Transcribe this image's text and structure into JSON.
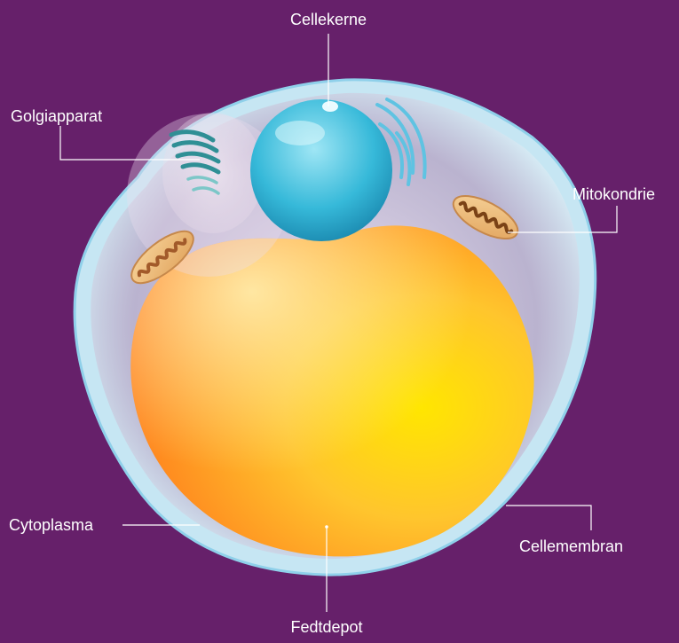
{
  "diagram": {
    "labels": {
      "nucleus": "Cellekerne",
      "golgi": "Golgiapparat",
      "mitochondrion": "Mitokondrie",
      "cytoplasm": "Cytoplasma",
      "membrane": "Cellemembran",
      "fat_deposit": "Fedtdepot"
    }
  },
  "colors": {
    "background": "#66206a",
    "label_text": "#ffffff",
    "nucleus": "#3bb6d6",
    "fat_deposit": "#f9a829",
    "membrane": "#bfe3f2"
  }
}
